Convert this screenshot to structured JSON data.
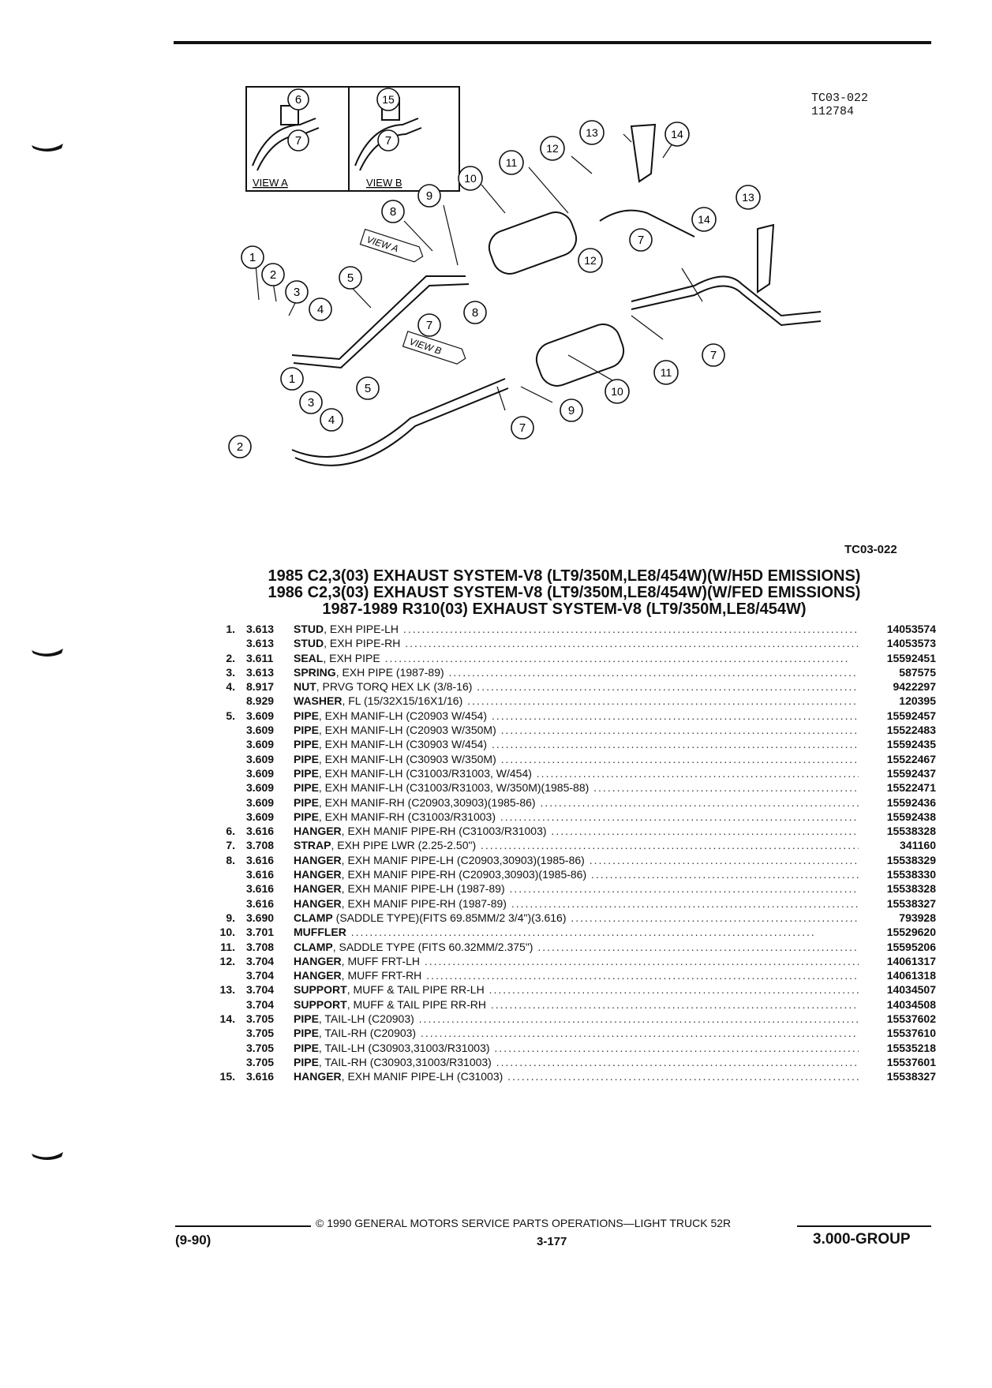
{
  "diagram": {
    "ref_code": "TC03-022",
    "ref_date": "112784",
    "view_a_label": "VIEW A",
    "view_b_label": "VIEW B",
    "callout_numbers": [
      "1",
      "2",
      "3",
      "4",
      "5",
      "6",
      "7",
      "8",
      "9",
      "10",
      "11",
      "12",
      "13",
      "14",
      "15"
    ]
  },
  "figure_ref": "TC03-022",
  "titles": [
    "1985 C2,3(03) EXHAUST SYSTEM-V8 (LT9/350M,LE8/454W)(W/H5D EMISSIONS)",
    "1986 C2,3(03) EXHAUST SYSTEM-V8 (LT9/350M,LE8/454W)(W/FED EMISSIONS)",
    "1987-1989 R310(03) EXHAUST SYSTEM-V8 (LT9/350M,LE8/454W)"
  ],
  "parts": [
    {
      "item": "1.",
      "group": "3.613",
      "name": "STUD",
      "desc": ", EXH PIPE-LH",
      "pn": "14053574"
    },
    {
      "item": "",
      "group": "3.613",
      "name": "STUD",
      "desc": ", EXH PIPE-RH",
      "pn": "14053573"
    },
    {
      "item": "2.",
      "group": "3.611",
      "name": "SEAL",
      "desc": ", EXH PIPE",
      "pn": "15592451"
    },
    {
      "item": "3.",
      "group": "3.613",
      "name": "SPRING",
      "desc": ", EXH PIPE (1987-89)",
      "pn": "587575"
    },
    {
      "item": "4.",
      "group": "8.917",
      "name": "NUT",
      "desc": ", PRVG TORQ HEX LK (3/8-16)",
      "pn": "9422297"
    },
    {
      "item": "",
      "group": "8.929",
      "name": "WASHER",
      "desc": ", FL (15/32X15/16X1/16)",
      "pn": "120395"
    },
    {
      "item": "5.",
      "group": "3.609",
      "name": "PIPE",
      "desc": ", EXH MANIF-LH (C20903 W/454)",
      "pn": "15592457"
    },
    {
      "item": "",
      "group": "3.609",
      "name": "PIPE",
      "desc": ", EXH MANIF-LH (C20903 W/350M)",
      "pn": "15522483"
    },
    {
      "item": "",
      "group": "3.609",
      "name": "PIPE",
      "desc": ", EXH MANIF-LH (C30903 W/454)",
      "pn": "15592435"
    },
    {
      "item": "",
      "group": "3.609",
      "name": "PIPE",
      "desc": ", EXH MANIF-LH (C30903 W/350M)",
      "pn": "15522467"
    },
    {
      "item": "",
      "group": "3.609",
      "name": "PIPE",
      "desc": ", EXH MANIF-LH (C31003/R31003, W/454)",
      "pn": "15592437"
    },
    {
      "item": "",
      "group": "3.609",
      "name": "PIPE",
      "desc": ", EXH MANIF-LH (C31003/R31003, W/350M)(1985-88)",
      "pn": "15522471"
    },
    {
      "item": "",
      "group": "3.609",
      "name": "PIPE",
      "desc": ", EXH MANIF-RH (C20903,30903)(1985-86)",
      "pn": "15592436"
    },
    {
      "item": "",
      "group": "3.609",
      "name": "PIPE",
      "desc": ", EXH MANIF-RH (C31003/R31003)",
      "pn": "15592438"
    },
    {
      "item": "6.",
      "group": "3.616",
      "name": "HANGER",
      "desc": ", EXH MANIF PIPE-RH (C31003/R31003)",
      "pn": "15538328"
    },
    {
      "item": "7.",
      "group": "3.708",
      "name": "STRAP",
      "desc": ", EXH PIPE LWR (2.25-2.50\")",
      "pn": "341160"
    },
    {
      "item": "8.",
      "group": "3.616",
      "name": "HANGER",
      "desc": ", EXH MANIF PIPE-LH (C20903,30903)(1985-86)",
      "pn": "15538329"
    },
    {
      "item": "",
      "group": "3.616",
      "name": "HANGER",
      "desc": ", EXH MANIF PIPE-RH (C20903,30903)(1985-86)",
      "pn": "15538330"
    },
    {
      "item": "",
      "group": "3.616",
      "name": "HANGER",
      "desc": ", EXH MANIF PIPE-LH (1987-89)",
      "pn": "15538328"
    },
    {
      "item": "",
      "group": "3.616",
      "name": "HANGER",
      "desc": ", EXH MANIF PIPE-RH (1987-89)",
      "pn": "15538327"
    },
    {
      "item": "9.",
      "group": "3.690",
      "name": "CLAMP",
      "desc": " (SADDLE TYPE)(FITS 69.85MM/2 3/4\")(3.616)",
      "pn": "793928"
    },
    {
      "item": "10.",
      "group": "3.701",
      "name": "MUFFLER",
      "desc": "",
      "pn": "15529620"
    },
    {
      "item": "11.",
      "group": "3.708",
      "name": "CLAMP",
      "desc": ", SADDLE TYPE (FITS 60.32MM/2.375\")",
      "pn": "15595206"
    },
    {
      "item": "12.",
      "group": "3.704",
      "name": "HANGER",
      "desc": ", MUFF FRT-LH",
      "pn": "14061317"
    },
    {
      "item": "",
      "group": "3.704",
      "name": "HANGER",
      "desc": ", MUFF FRT-RH",
      "pn": "14061318"
    },
    {
      "item": "13.",
      "group": "3.704",
      "name": "SUPPORT",
      "desc": ", MUFF & TAIL PIPE RR-LH",
      "pn": "14034507"
    },
    {
      "item": "",
      "group": "3.704",
      "name": "SUPPORT",
      "desc": ", MUFF & TAIL PIPE RR-RH",
      "pn": "14034508"
    },
    {
      "item": "14.",
      "group": "3.705",
      "name": "PIPE",
      "desc": ", TAIL-LH (C20903)",
      "pn": "15537602"
    },
    {
      "item": "",
      "group": "3.705",
      "name": "PIPE",
      "desc": ", TAIL-RH (C20903)",
      "pn": "15537610"
    },
    {
      "item": "",
      "group": "3.705",
      "name": "PIPE",
      "desc": ", TAIL-LH (C30903,31003/R31003)",
      "pn": "15535218"
    },
    {
      "item": "",
      "group": "3.705",
      "name": "PIPE",
      "desc": ", TAIL-RH (C30903,31003/R31003)",
      "pn": "15537601"
    },
    {
      "item": "15.",
      "group": "3.616",
      "name": "HANGER",
      "desc": ", EXH MANIF PIPE-LH (C31003)",
      "pn": "15538327"
    }
  ],
  "footer": {
    "copyright": "© 1990 GENERAL MOTORS SERVICE PARTS OPERATIONS—LIGHT TRUCK 52R",
    "date_code": "(9-90)",
    "page": "3-177",
    "group": "3.000-GROUP"
  }
}
